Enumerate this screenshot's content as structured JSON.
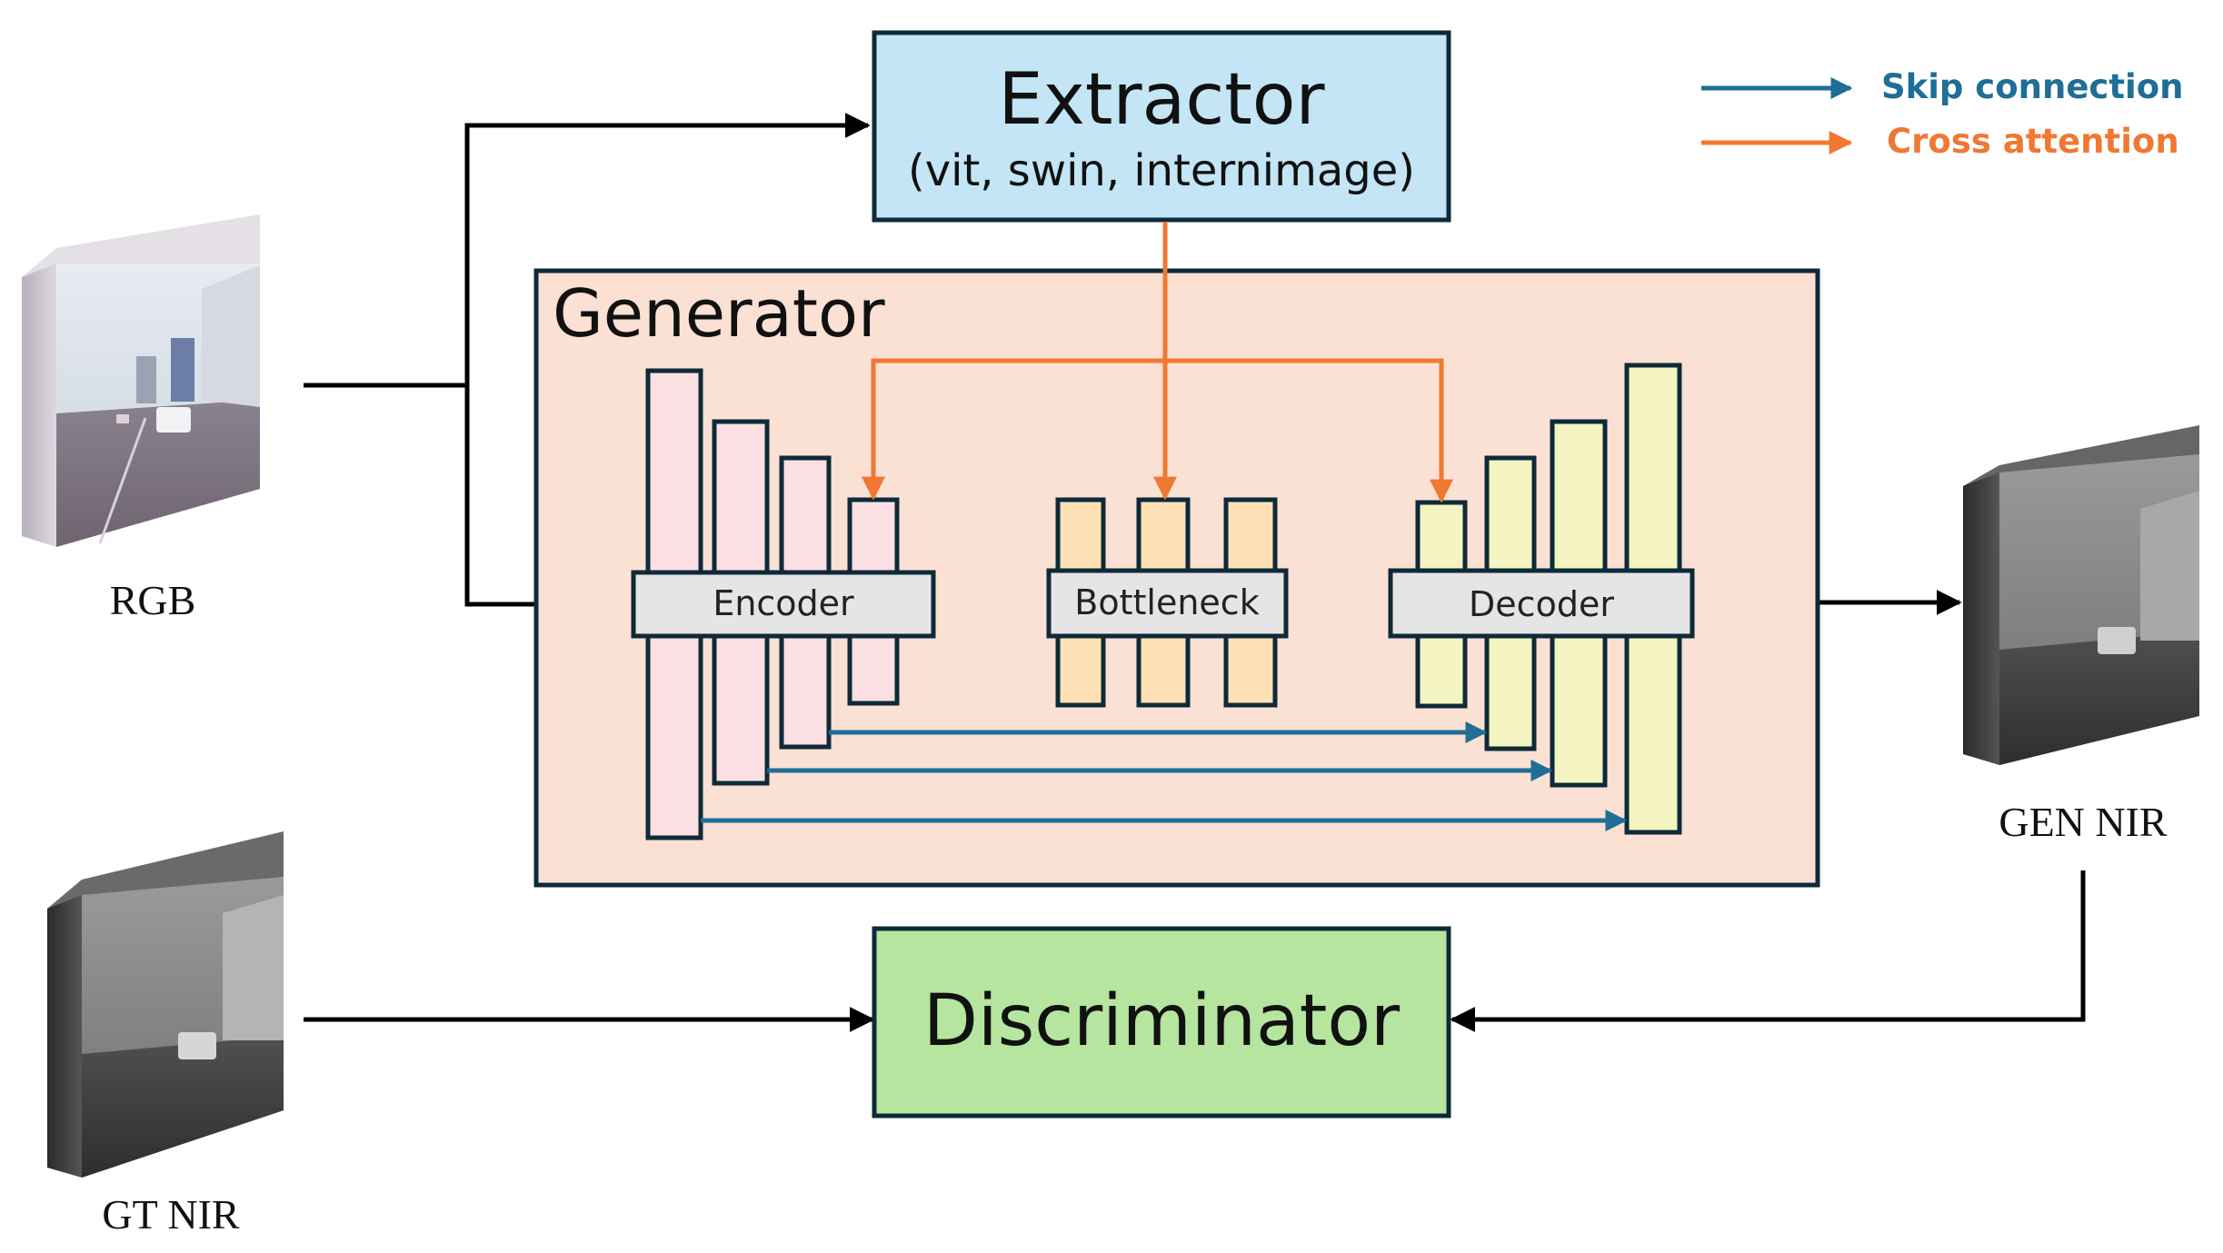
{
  "legend": {
    "skip_label": "Skip connection",
    "cross_label": "Cross attention",
    "skip_color": "#1e6e96",
    "cross_color": "#f07832"
  },
  "extractor": {
    "title": "Extractor",
    "subtitle": "(vit, swin, internimage)",
    "fill": "#c3e5f5"
  },
  "generator": {
    "title": "Generator",
    "fill": "#fbe0d4",
    "encoder_label": "Encoder",
    "bottleneck_label": "Bottleneck",
    "decoder_label": "Decoder",
    "encoder_fill": "#fbdfe3",
    "bottleneck_fill": "#fde1b5",
    "decoder_fill": "#f3f4c1",
    "label_box_fill": "#e5e5e5"
  },
  "discriminator": {
    "title": "Discriminator",
    "fill": "#b5e59e"
  },
  "images": {
    "rgb_label": "RGB",
    "gen_nir_label": "GEN NIR",
    "gt_nir_label": "GT NIR"
  },
  "stroke_color": "#0e2a38"
}
